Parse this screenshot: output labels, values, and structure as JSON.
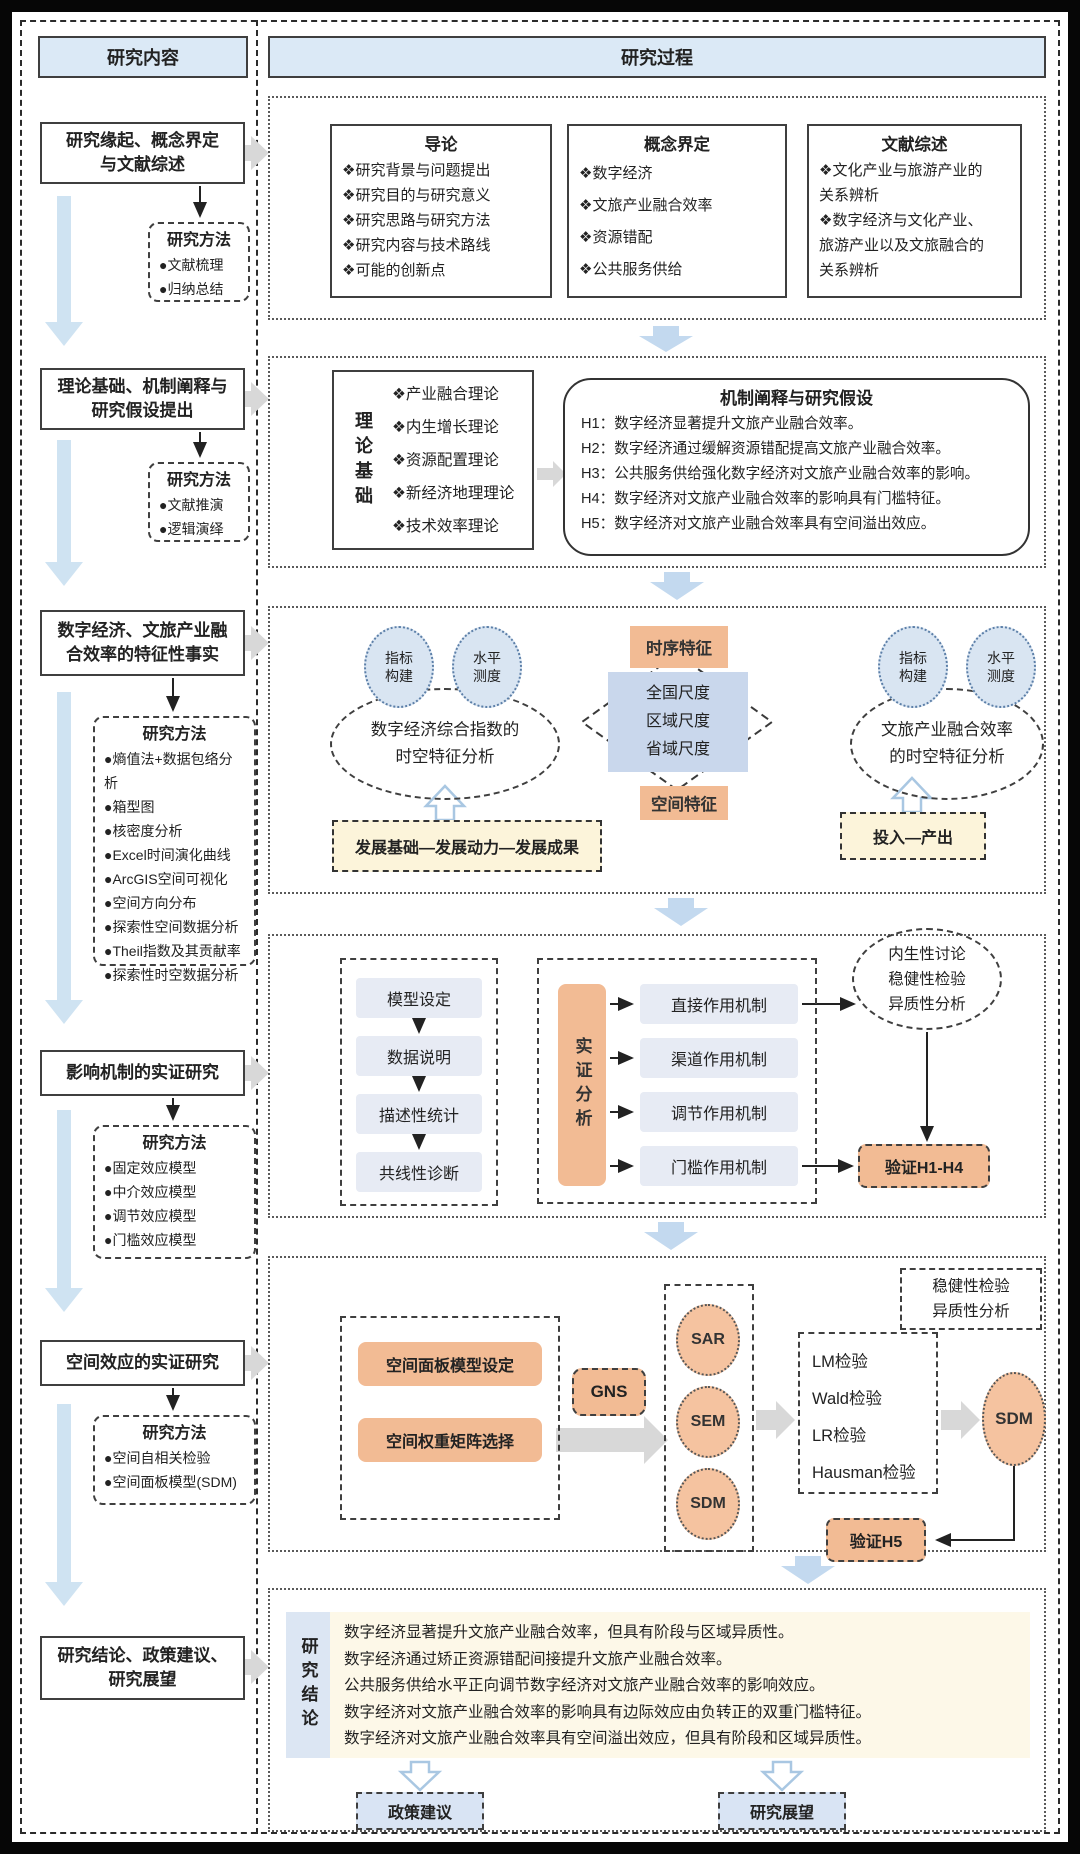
{
  "header": {
    "content_title": "研究内容",
    "process_title": "研究过程"
  },
  "left_column": {
    "method_title": "研究方法",
    "stage1": {
      "title": "研究缘起、概念界定\n与文献综述"
    },
    "stage2": {
      "title": "理论基础、机制阐释与\n研究假设提出"
    },
    "stage3": {
      "title": "数字经济、文旅产业融\n合效率的特征性事实"
    },
    "stage4": {
      "title": "影响机制的实证研究"
    },
    "stage5": {
      "title": "空间效应的实证研究"
    },
    "stage6": {
      "title": "研究结论、政策建议、\n研究展望"
    },
    "methods1": [
      "●文献梳理",
      "●归纳总结"
    ],
    "methods2": [
      "●文献推演",
      "●逻辑演绎"
    ],
    "methods3": [
      "●熵值法+数据包络分析",
      "●箱型图",
      "●核密度分析",
      "●Excel时间演化曲线",
      "●ArcGIS空间可视化",
      "●空间方向分布",
      "●探索性空间数据分析",
      "●Theil指数及其贡献率",
      "●探索性时空数据分析"
    ],
    "methods4": [
      "●固定效应模型",
      "●中介效应模型",
      "●调节效应模型",
      "●门槛效应模型"
    ],
    "methods5": [
      "●空间自相关检验",
      "●空间面板模型(SDM)"
    ]
  },
  "section1": {
    "intro": {
      "title": "导论",
      "items": [
        "❖研究背景与问题提出",
        "❖研究目的与研究意义",
        "❖研究思路与研究方法",
        "❖研究内容与技术路线",
        "❖可能的创新点"
      ]
    },
    "concepts": {
      "title": "概念界定",
      "items": [
        "❖数字经济",
        "❖文旅产业融合效率",
        "❖资源错配",
        "❖公共服务供给"
      ]
    },
    "review": {
      "title": "文献综述",
      "items": [
        "❖文化产业与旅游产业的\n关系辨析",
        "❖数字经济与文化产业、\n旅游产业以及文旅融合的\n关系辨析"
      ]
    }
  },
  "section2": {
    "theory_label": "理论基础",
    "theories": [
      "❖产业融合理论",
      "❖内生增长理论",
      "❖资源配置理论",
      "❖新经济地理理论",
      "❖技术效率理论"
    ],
    "hypotheses_title": "机制阐释与研究假设",
    "hypotheses": [
      "H1：数字经济显著提升文旅产业融合效率。",
      "H2：数字经济通过缓解资源错配提高文旅产业融合效率。",
      "H3：公共服务供给强化数字经济对文旅产业融合效率的影响。",
      "H4：数字经济对文旅产业融合效率的影响具有门槛特征。",
      "H5：数字经济对文旅产业融合效率具有空间溢出效应。"
    ]
  },
  "section3": {
    "indicator_circle": "指标\n构建",
    "level_circle": "水平\n测度",
    "left_ellipse": "数字经济综合指数的\n时空特征分析",
    "right_ellipse": "文旅产业融合效率\n的时空特征分析",
    "time_feature": "时序特征",
    "space_feature": "空间特征",
    "scales": "全国尺度\n区域尺度\n省域尺度",
    "left_framework": "发展基础—发展动力—发展成果",
    "right_framework": "投入—产出"
  },
  "section4": {
    "steps": [
      "模型设定",
      "数据说明",
      "描述性统计",
      "共线性诊断"
    ],
    "analysis_label": "实证分析",
    "mechanisms": [
      "直接作用机制",
      "渠道作用机制",
      "调节作用机制",
      "门槛作用机制"
    ],
    "checks": "内生性讨论\n稳健性检验\n异质性分析",
    "verify": "验证H1-H4"
  },
  "section5": {
    "robustness": "稳健性检验\n异质性分析",
    "model_setting": "空间面板模型设定",
    "weight_matrix": "空间权重矩阵选择",
    "gns": "GNS",
    "models": [
      "SAR",
      "SEM",
      "SDM"
    ],
    "tests": [
      "LM检验",
      "Wald检验",
      "LR检验",
      "Hausman检验"
    ],
    "sdm_selected": "SDM",
    "verify": "验证H5"
  },
  "section6": {
    "label": "研究结论",
    "conclusions": [
      "数字经济显著提升文旅产业融合效率，但具有阶段与区域异质性。",
      "数字经济通过矫正资源错配间接提升文旅产业融合效率。",
      "公共服务供给水平正向调节数字经济对文旅产业融合效率的影响效应。",
      "数字经济对文旅产业融合效率的影响具有边际效应由负转正的双重门槛特征。",
      "数字经济对文旅产业融合效率具有空间溢出效应，但具有阶段和区域异质性。"
    ],
    "policy": "政策建议",
    "outlook": "研究展望"
  },
  "colors": {
    "accent_orange": "#f2bb94",
    "accent_blue": "#dbe9f6",
    "step_blue": "#e7ebf4",
    "cream_yellow": "#fcf4da",
    "arrow_grey": "#d8d8d8",
    "arrow_blue": "#cfe3f2"
  }
}
